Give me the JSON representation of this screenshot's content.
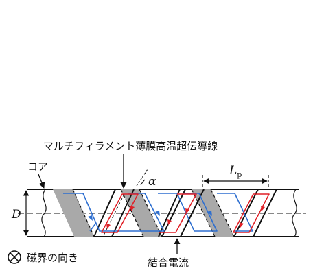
{
  "labels": {
    "tape": "マルチフィラメント薄膜高温超伝導線",
    "core": "コア",
    "diameter": "D",
    "angle": "α",
    "pitch_main": "L",
    "pitch_sub": "p",
    "field_direction": "磁界の向き",
    "coupling_current": "結合電流"
  },
  "colors": {
    "red_loop": "#e01f26",
    "blue_loop": "#2e6fd0",
    "gray_fill": "#a9a9a9",
    "line": "#111111"
  }
}
